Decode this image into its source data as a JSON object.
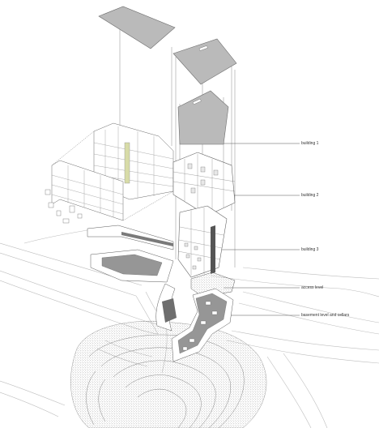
{
  "labels": {
    "building1": "building 1",
    "building2": "building 2",
    "building3": "building 3",
    "access": "access level",
    "basement": "basement level and cellars"
  },
  "colors": {
    "line": "#9a9a9a",
    "dark_line": "#555555",
    "roof_fill": "#b5b5b5",
    "floor_fill": "#8f8f8f",
    "highlight": "#d8dca8",
    "terrain": "#cfcfcf"
  }
}
